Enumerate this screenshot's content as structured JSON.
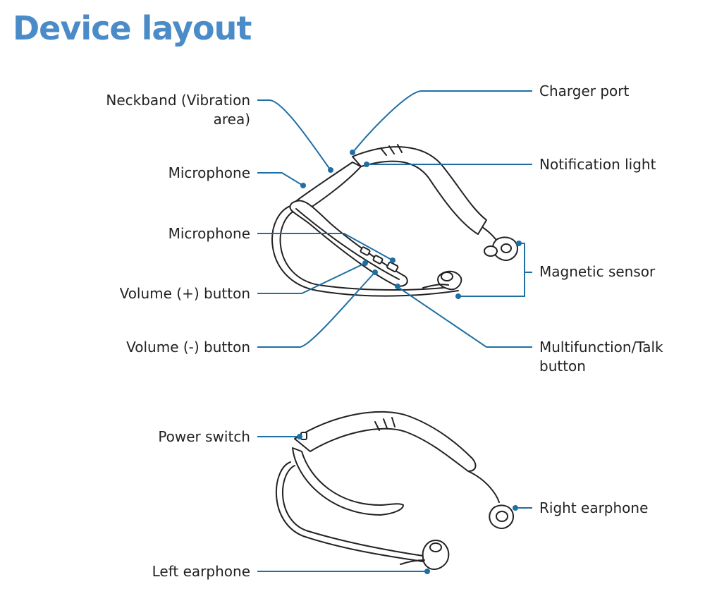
{
  "page": {
    "title": "Device layout"
  },
  "labels": {
    "neckband_line1": "Neckband (Vibration",
    "neckband_line2": "area)",
    "microphone_top": "Microphone",
    "microphone_mid": "Microphone",
    "volume_plus": "Volume (+) button",
    "volume_minus": "Volume (-) button",
    "charger_port": "Charger port",
    "notification_light": "Notification light",
    "magnetic_sensor": "Magnetic sensor",
    "multifunction_line1": "Multifunction/Talk",
    "multifunction_line2": "button",
    "power_switch": "Power switch",
    "right_earphone": "Right earphone",
    "left_earphone": "Left earphone"
  },
  "colors": {
    "title": "#4a8bc8",
    "callout": "#1f6fa3",
    "outline": "#222222",
    "text": "#222222"
  }
}
